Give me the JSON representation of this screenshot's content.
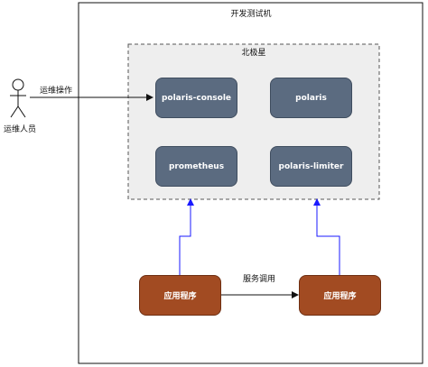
{
  "diagram": {
    "outer_container": {
      "title": "开发测试机"
    },
    "group": {
      "title": "北极星"
    },
    "actor": {
      "label": "运维人员"
    },
    "services": [
      {
        "id": "polaris-console",
        "label": "polaris-console"
      },
      {
        "id": "polaris",
        "label": "polaris"
      },
      {
        "id": "prometheus",
        "label": "prometheus"
      },
      {
        "id": "polaris-limiter",
        "label": "polaris-limiter"
      }
    ],
    "apps": [
      {
        "id": "app-left",
        "label": "应用程序"
      },
      {
        "id": "app-right",
        "label": "应用程序"
      }
    ],
    "edges": {
      "ops_label": "运维操作",
      "call_label": "服务调用"
    },
    "colors": {
      "service_fill": "#5b6b80",
      "app_fill": "#a24b22",
      "group_fill": "#eeeeee",
      "link_blue": "#1a1aff",
      "line": "#111111"
    }
  }
}
